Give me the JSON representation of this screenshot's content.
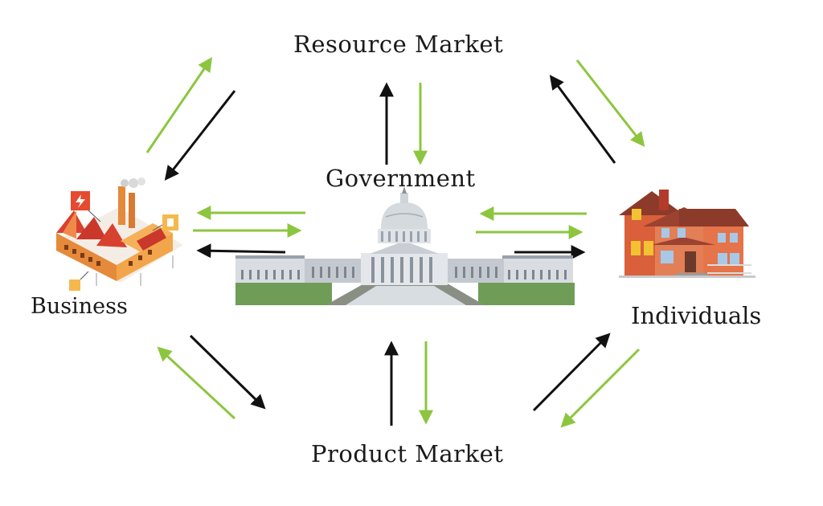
{
  "labels": {
    "resource_market": "Resource Market",
    "government": "Government",
    "business": "Business",
    "individuals": "Individuals",
    "product_market": "Product Market"
  },
  "colors": {
    "green_flow": "#8cc63f",
    "black_flow": "#111111",
    "text": "#1a1a1a"
  },
  "icons": {
    "business": "factory-icon",
    "government": "capitol-building-icon",
    "individuals": "house-icon"
  }
}
